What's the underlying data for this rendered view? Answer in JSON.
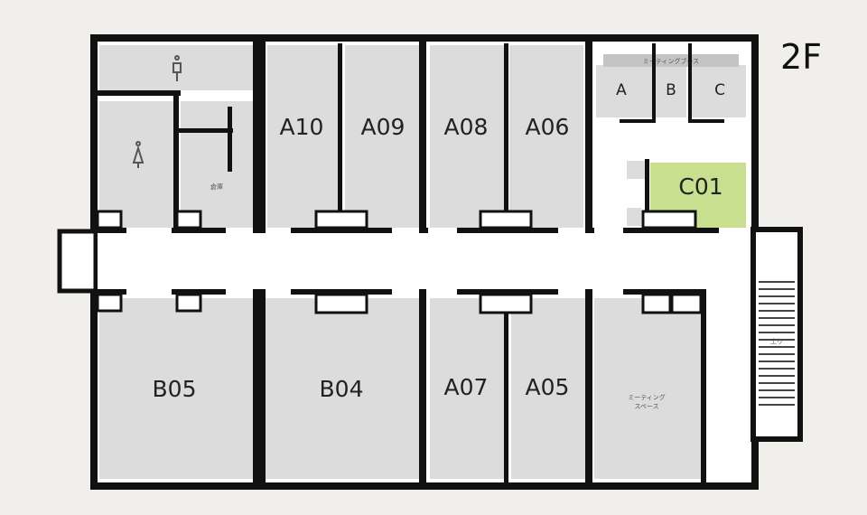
{
  "floor": "2F",
  "highlight_color": "#c7df8e",
  "rooms": {
    "A10": "A10",
    "A09": "A09",
    "A08": "A08",
    "A06": "A06",
    "A07": "A07",
    "A05": "A05",
    "B05": "B05",
    "B04": "B04",
    "C01": "C01"
  },
  "meeting": {
    "banner": "ミーティングブース",
    "booths": [
      "A",
      "B",
      "C"
    ]
  },
  "small_room_label": "倉庫",
  "meeting_space_label": [
    "ミーティング",
    "スペース"
  ],
  "stairs_label": "上り",
  "icons": [
    "male-restroom-icon",
    "female-restroom-icon",
    "door-swing-icon",
    "stairs-icon"
  ]
}
